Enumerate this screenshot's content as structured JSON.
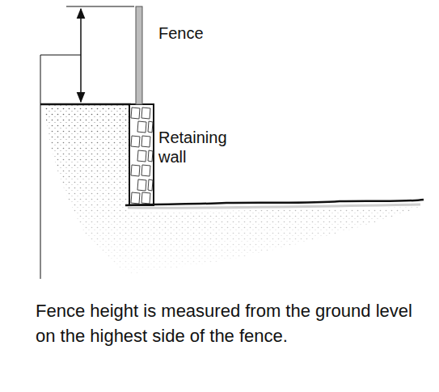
{
  "diagram": {
    "caption": "Fence height is measured from the ground level on the highest side of the fence.",
    "labels": [
      "Fence",
      "Retaining wall"
    ]
  }
}
